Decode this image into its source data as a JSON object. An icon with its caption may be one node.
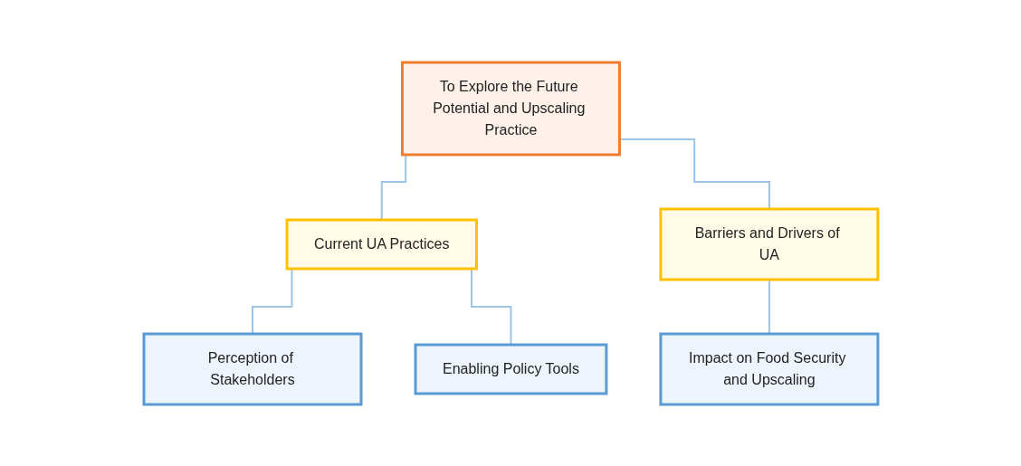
{
  "diagram": {
    "nodes": [
      {
        "text": [
          "To Explore the Future Potential and Upscaling Practice"
        ]
      },
      {
        "text": [
          "Current UA Practices"
        ]
      },
      {
        "text": [
          "Barriers and Drivers of UA"
        ]
      },
      {
        "text": [
          "Perception of Stakeholders"
        ]
      },
      {
        "text": [
          "Enabling Policy Tools"
        ]
      },
      {
        "text": [
          "Impact on Food Security and Upscaling"
        ]
      }
    ],
    "edges": [
      {
        "from": 0,
        "to": 1,
        "arrow": "none"
      },
      {
        "from": 0,
        "to": 2,
        "arrow": "none"
      },
      {
        "from": 1,
        "to": 3,
        "arrow": "none"
      },
      {
        "from": 1,
        "to": 4,
        "arrow": "none"
      },
      {
        "from": 2,
        "to": 5,
        "arrow": "none"
      }
    ]
  }
}
